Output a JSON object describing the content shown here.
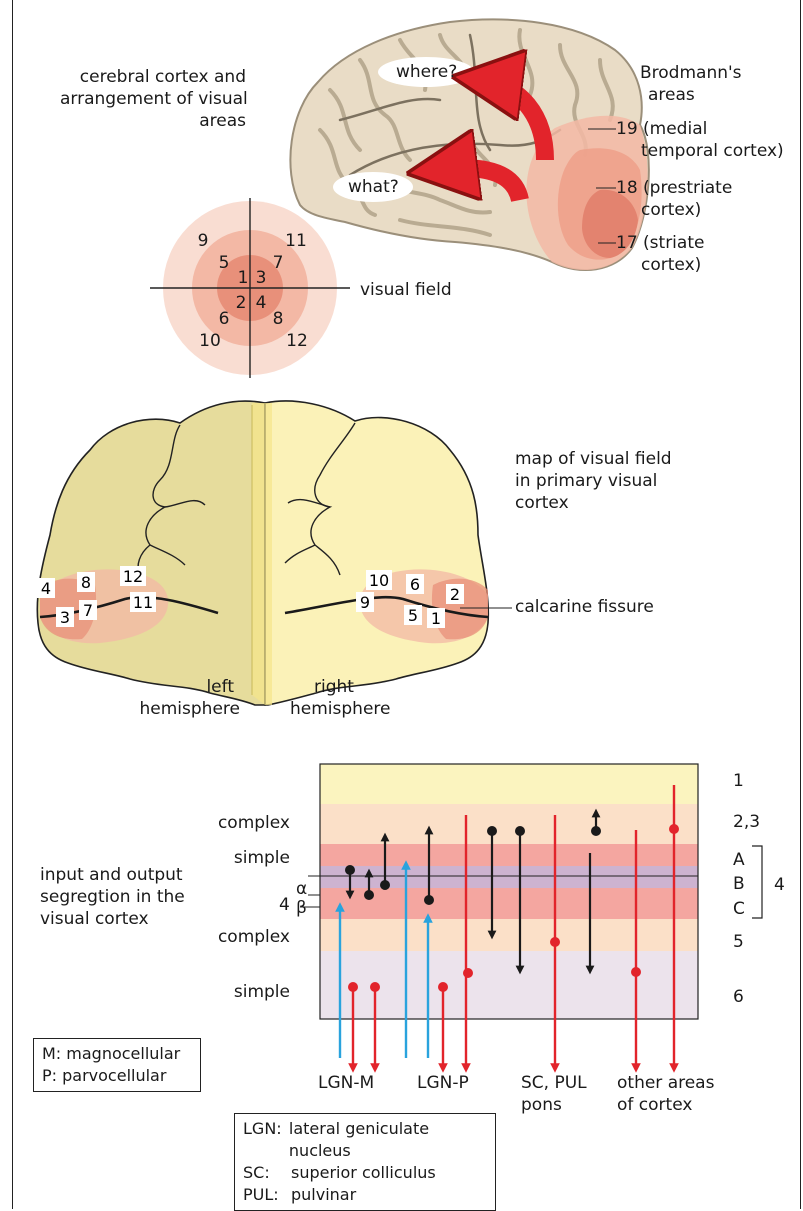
{
  "colors": {
    "fill_light": "#f9ddd2",
    "fill_mid": "#f3b8a5",
    "fill_dark": "#e8907a",
    "brain": "#e9dcc6",
    "brain_dark": "#b3a690",
    "hemi_left": "#e6dc9c",
    "hemi_right": "#fbf2b8",
    "layer1": "#fbf4bf",
    "layer23": "#fbe0c8",
    "layer4A": "#f4a6a0",
    "layer4B": "#cdb3d0",
    "layer4C": "#f4a6a0",
    "layer5": "#fbe0c8",
    "layer6": "#ece3ec",
    "arrow_red": "#e2242b",
    "arrow_blue": "#29a3dd",
    "arrow_black": "#1a1a1a"
  },
  "brain_section": {
    "title_lines": [
      "cerebral cortex and",
      "arrangement of visual",
      "areas"
    ],
    "where_label": "where?",
    "what_label": "what?",
    "brodmann_title": [
      "Brodmann's",
      "areas"
    ],
    "area19": [
      "19 (medial",
      "temporal cortex)"
    ],
    "area18": [
      "18 (prestriate",
      "cortex)"
    ],
    "area17": [
      "17 (striate",
      "cortex)"
    ]
  },
  "visual_field": {
    "label": "visual field",
    "numbers": [
      "1",
      "2",
      "3",
      "4",
      "5",
      "6",
      "7",
      "8",
      "9",
      "10",
      "11",
      "12"
    ]
  },
  "hemispheres": {
    "map_title": [
      "map of visual field",
      "in primary visual",
      "cortex"
    ],
    "calcarine_label": "calcarine fissure",
    "left_label": [
      "left",
      "hemisphere"
    ],
    "right_label": [
      "right",
      "hemisphere"
    ],
    "left_numbers": [
      "4",
      "8",
      "12",
      "3",
      "7",
      "11"
    ],
    "right_numbers": [
      "10",
      "6",
      "2",
      "9",
      "5",
      "1"
    ]
  },
  "layers": {
    "title": [
      "input and output",
      "segregtion in the",
      "visual cortex"
    ],
    "layer_labels": [
      "1",
      "2,3",
      "A",
      "B",
      "C",
      "5",
      "6"
    ],
    "layer4_label": "4",
    "left_labels": [
      "complex",
      "simple",
      "complex",
      "simple"
    ],
    "layer4_left": "4",
    "alpha": "α",
    "beta": "β",
    "bottom_labels": {
      "lgn_m": "LGN-M",
      "lgn_p": "LGN-P",
      "sc_pul": [
        "SC, PUL",
        "pons"
      ],
      "other": [
        "other areas",
        "of cortex"
      ]
    }
  },
  "legend_mp": [
    "M: magnocellular",
    "P:  parvocellular"
  ],
  "legend_abbr": [
    {
      "abbr": "LGN:",
      "text": "lateral geniculate nucleus"
    },
    {
      "abbr": "SC:",
      "text": "superior colliculus"
    },
    {
      "abbr": "PUL:",
      "text": "pulvinar"
    }
  ]
}
